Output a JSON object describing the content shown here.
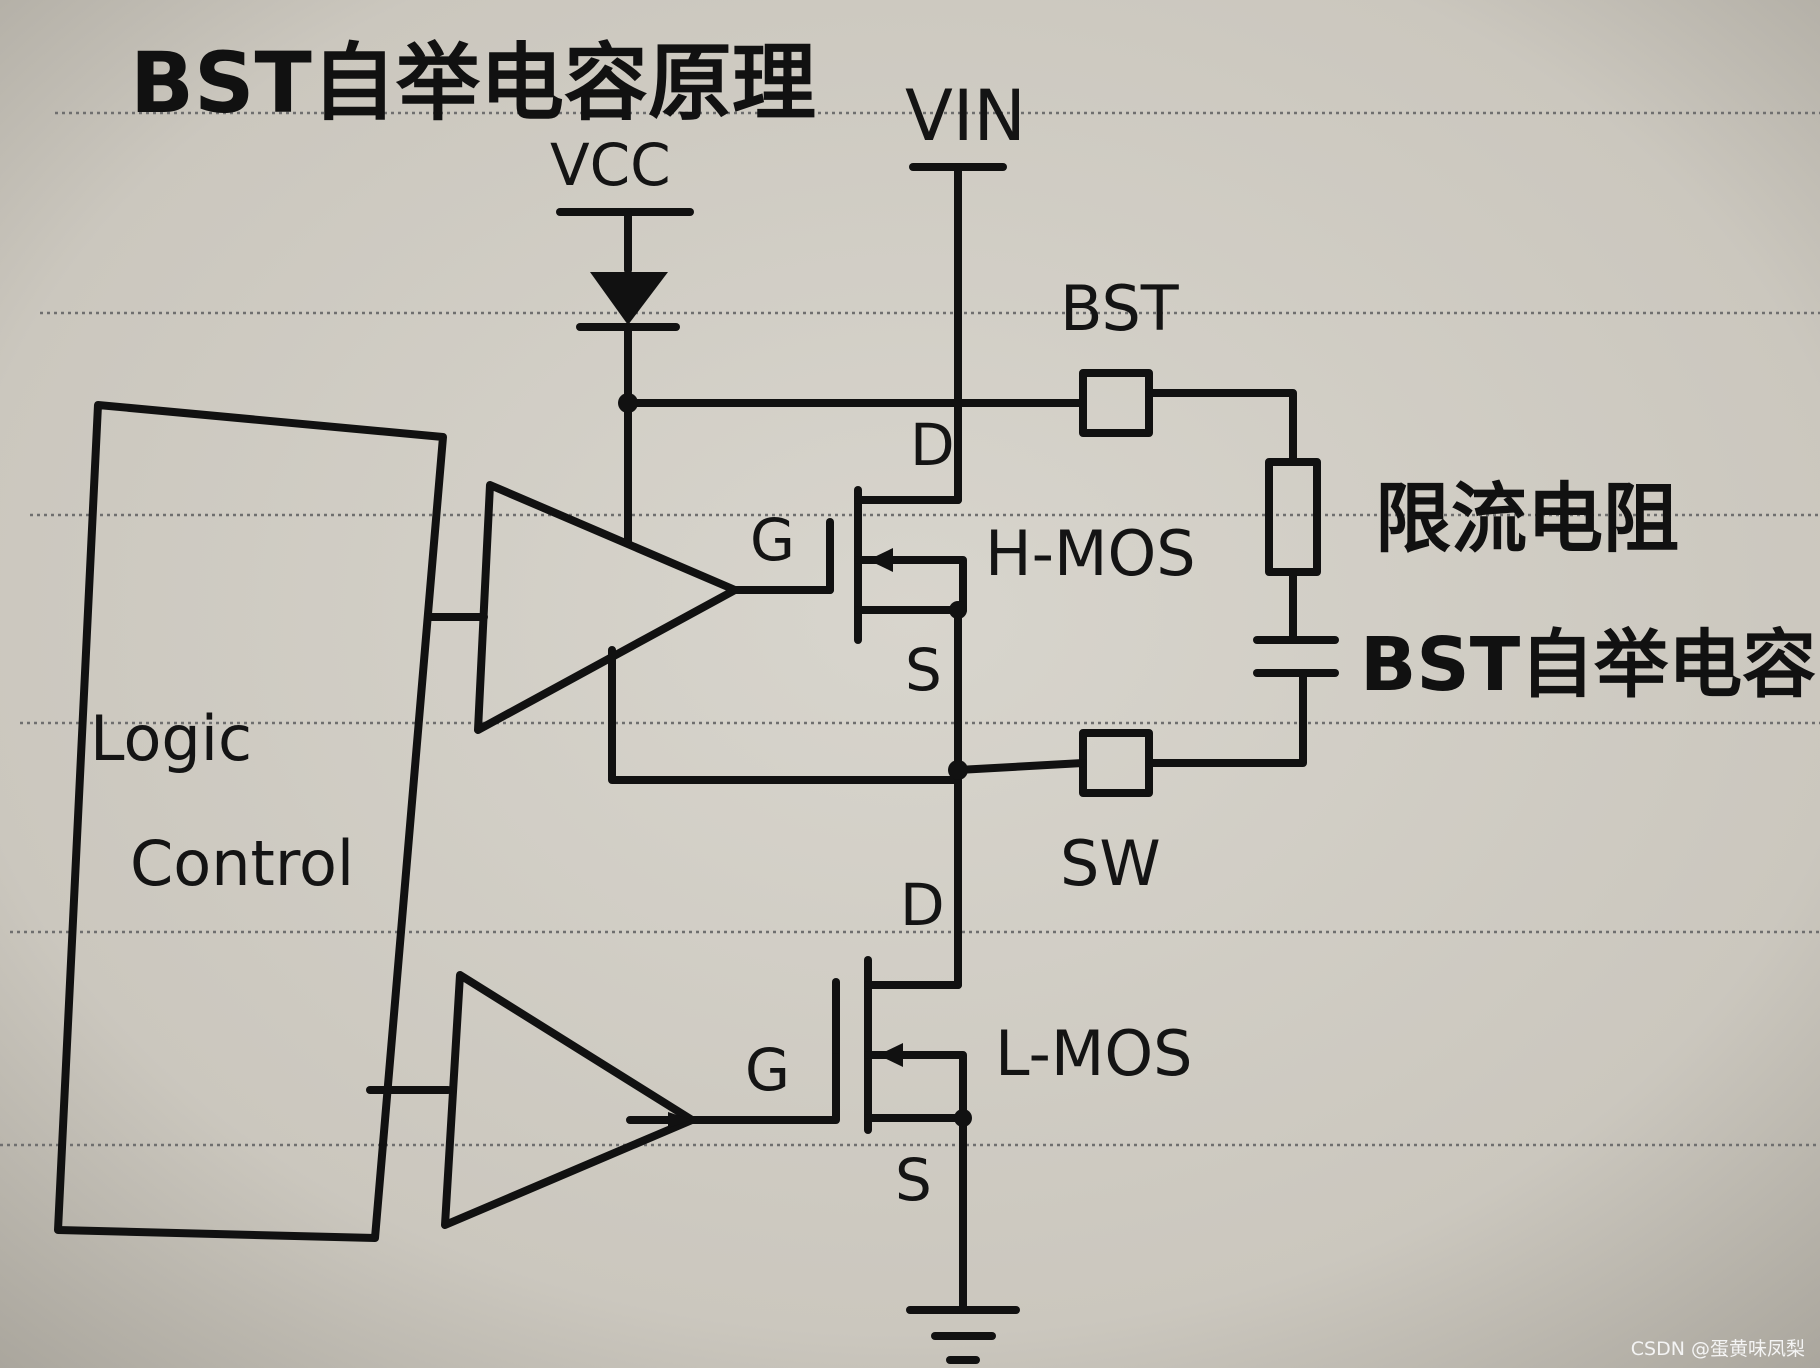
{
  "title": "BST自举电容原理",
  "labels": {
    "vin": "VIN",
    "vcc": "VCC",
    "bst": "BST",
    "sw": "SW",
    "logic_line1": "Logic",
    "logic_line2": "Control",
    "hmos": "H-MOS",
    "lmos": "L-MOS",
    "drain_h": "D",
    "gate_h": "G",
    "source_h": "S",
    "drain_l": "D",
    "gate_l": "G",
    "source_l": "S",
    "resistor": "限流电阻",
    "capacitor": "BST自举电容"
  },
  "watermark": "CSDN @蛋黄味凤梨",
  "colors": {
    "paper": "#cfcbc2",
    "ink": "#111111",
    "rule": "#6f6f6f"
  }
}
